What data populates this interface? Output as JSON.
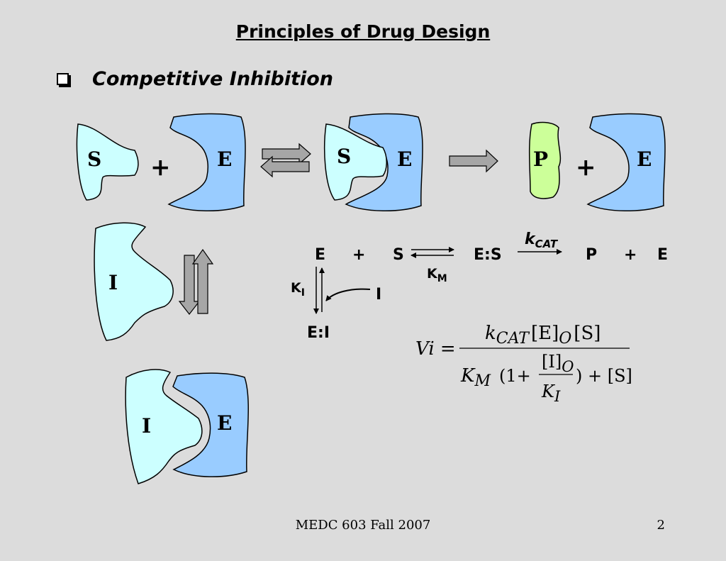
{
  "title": "Principles of Drug Design",
  "subtitle": "Competitive Inhibition",
  "reaction_top": {
    "substrate": "S",
    "enzyme": "E",
    "product": "P",
    "plus": "+"
  },
  "inhibitor_panel": {
    "inhibitor": "I",
    "enzyme": "E"
  },
  "scheme": {
    "E": "E",
    "plus": "+",
    "S": "S",
    "ES": "E:S",
    "kcat_k": "k",
    "kcat_sub": "CAT",
    "P": "P",
    "E2": "E",
    "KM_K": "K",
    "KM_sub": "M",
    "KI_K": "K",
    "KI_sub": "I",
    "I": "I",
    "EI": "E:I"
  },
  "equation": {
    "lhs": "Vi =",
    "num_k": "k",
    "num_k_sub": "CAT",
    "num_E": "[E]",
    "num_E_sub": "O",
    "num_S": "[S]",
    "den_K": "K",
    "den_K_sub": "M",
    "den_open": "(1+",
    "den_I": "[I]",
    "den_I_sub": "O",
    "den_KI": "K",
    "den_KI_sub": "I",
    "den_close": ") + [S]"
  },
  "footer": {
    "course": "MEDC 603 Fall 2007",
    "page": "2"
  },
  "colors": {
    "substrate_fill": "#ccffff",
    "enzyme_fill": "#99ccff",
    "product_fill": "#ccff99",
    "arrow_fill": "#a6a6a6"
  }
}
